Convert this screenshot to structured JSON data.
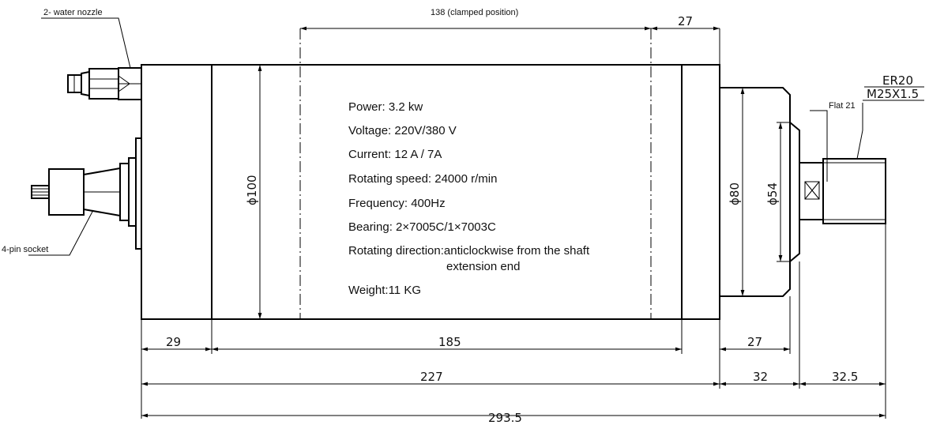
{
  "callouts": {
    "water_nozzle": "2- water nozzle",
    "pin_socket": "4-pin socket",
    "flat": "Flat 21",
    "collet": "ER20",
    "thread": "M25X1.5"
  },
  "dimensions": {
    "clamped": "138 (clamped position)",
    "top_27": "27",
    "d29": "29",
    "d185": "185",
    "d227": "227",
    "bottom_27": "27",
    "d32": "32",
    "d32_5": "32.5",
    "overall": "293.5",
    "dia_100": "ϕ100",
    "dia_80": "ϕ80",
    "dia_54": "ϕ54"
  },
  "specs": {
    "power": "Power: 3.2 kw",
    "voltage": "Voltage: 220V/380 V",
    "current": "Current: 12 A / 7A",
    "speed": "Rotating speed: 24000 r/min",
    "frequency": "Frequency: 400Hz",
    "bearing": "Bearing: 2×7005C/1×7003C",
    "direction_1": "Rotating direction:anticlockwise from the shaft",
    "direction_2": "extension end",
    "weight": "Weight:11 KG"
  }
}
